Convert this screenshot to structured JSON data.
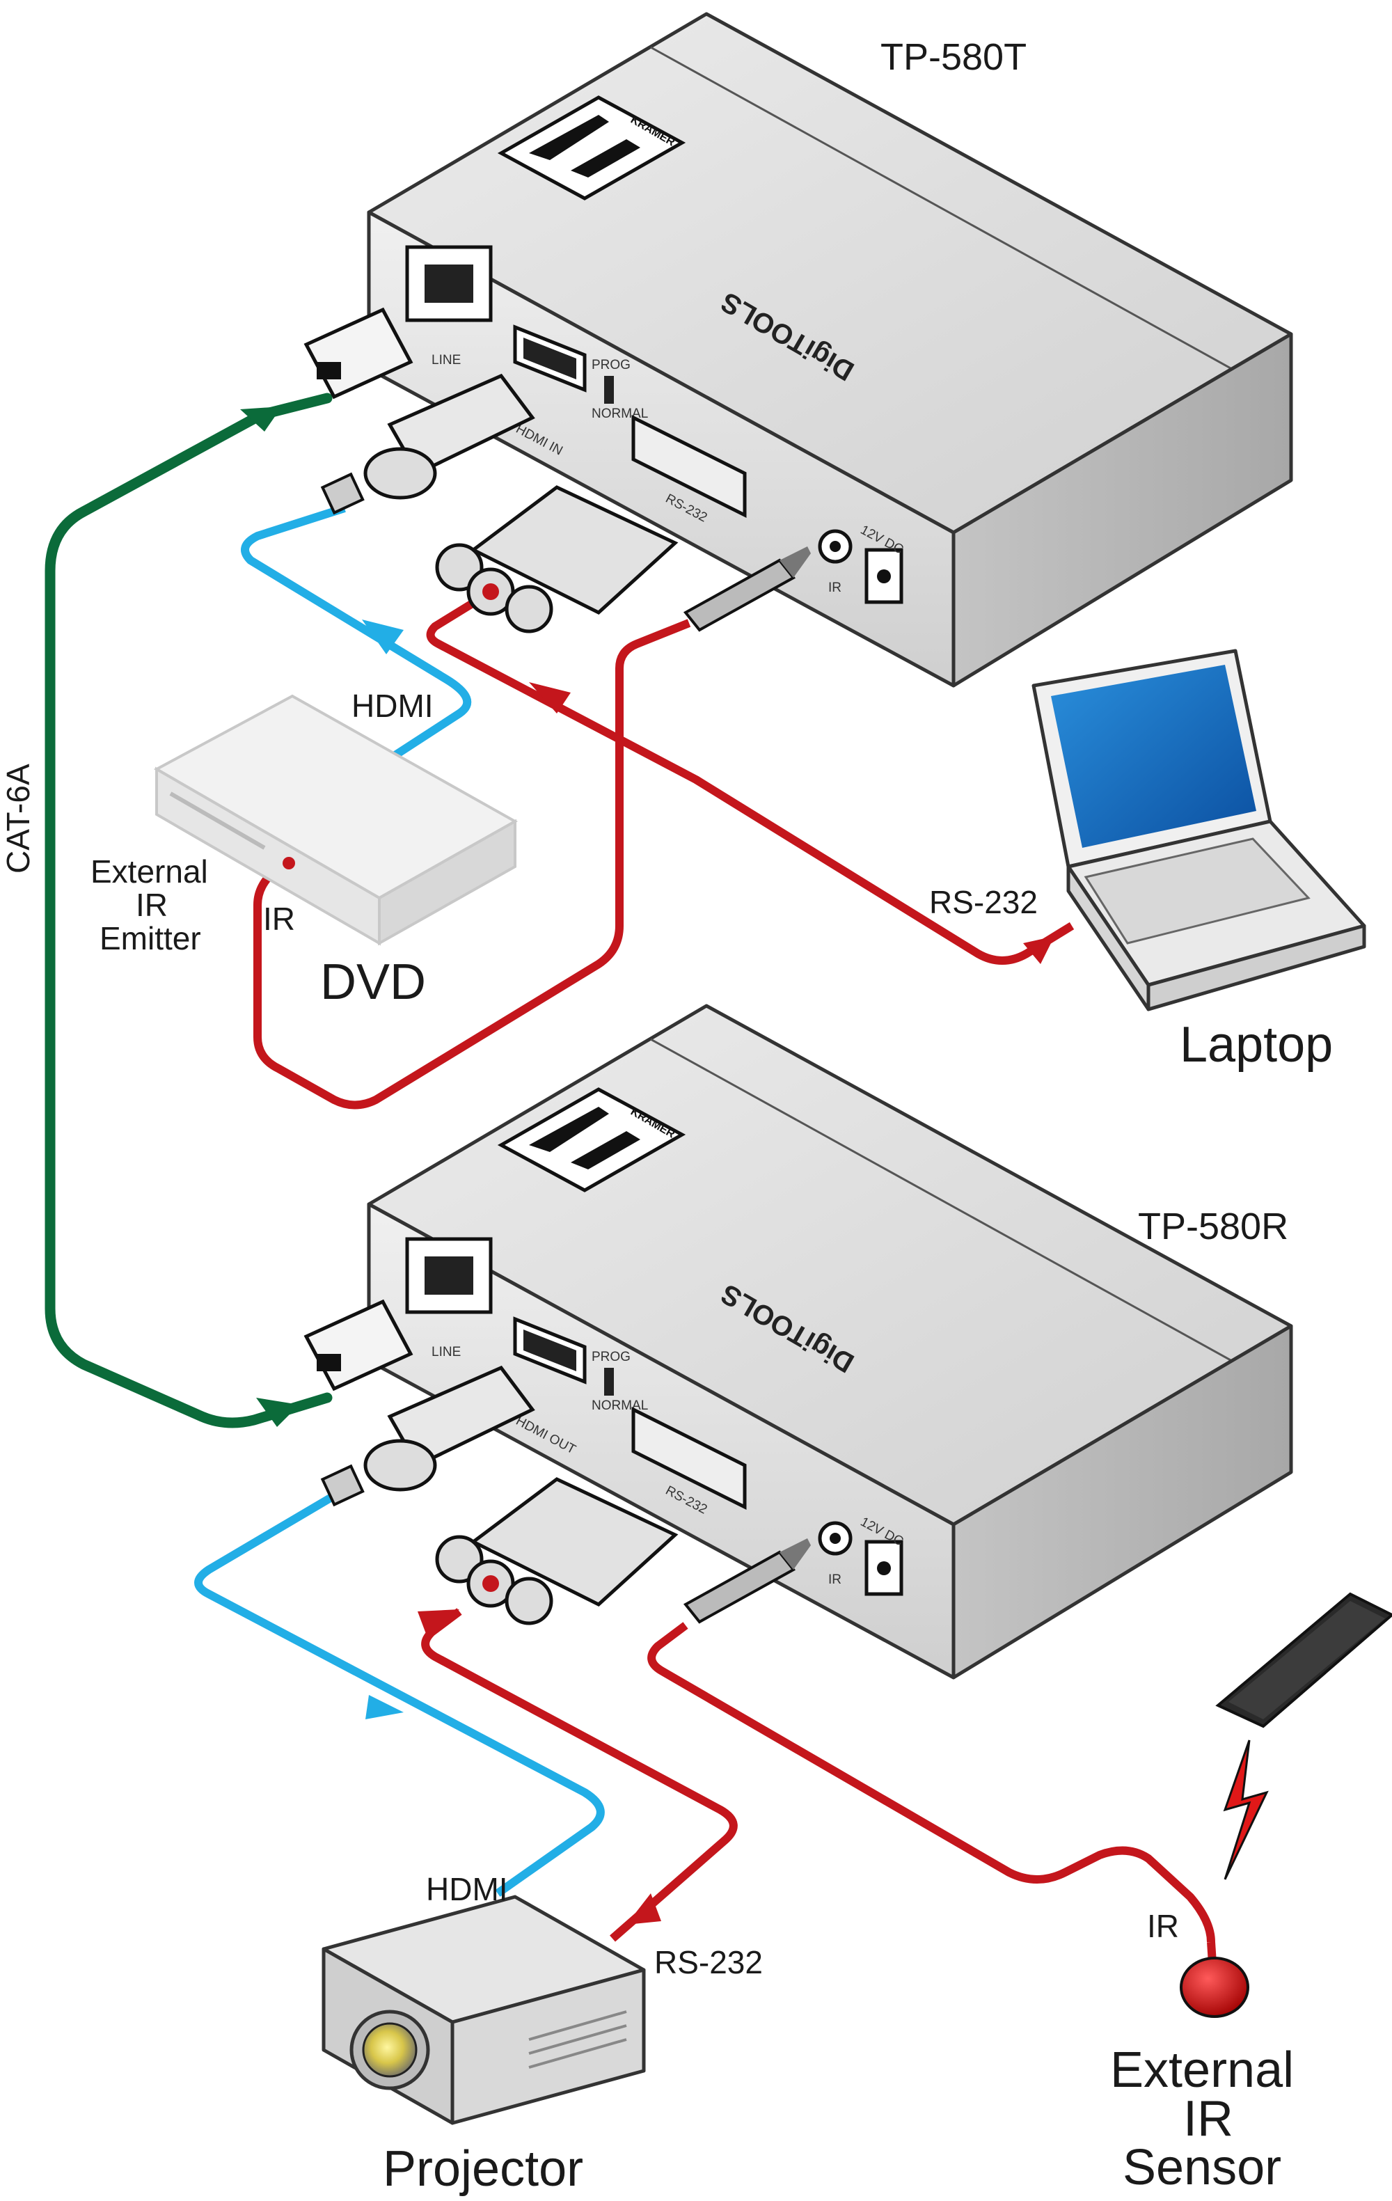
{
  "transmitter": {
    "model": "TP-580T",
    "brand": "DigiTOOLS",
    "logo_text": "KRAMER",
    "ports": {
      "line": "LINE",
      "hdmi": "HDMI IN",
      "prog": "PROG",
      "normal": "NORMAL",
      "rs232": "RS-232",
      "ir": "IR",
      "power": "12V DC"
    }
  },
  "receiver": {
    "model": "TP-580R",
    "brand": "DigiTOOLS",
    "logo_text": "KRAMER",
    "ports": {
      "line": "LINE",
      "hdmi": "HDMI OUT",
      "prog": "PROG",
      "normal": "NORMAL",
      "rs232": "RS-232",
      "ir": "IR",
      "power": "12V DC"
    }
  },
  "cable_labels": {
    "cat": "CAT-6A",
    "hdmi_top": "HDMI",
    "hdmi_bottom": "HDMI",
    "rs232_top": "RS-232",
    "rs232_bottom": "RS-232",
    "ir_dvd": "IR",
    "ir_sensor": "IR"
  },
  "devices": {
    "dvd": "DVD",
    "laptop": "Laptop",
    "projector": "Projector",
    "emitter": [
      "External",
      "IR",
      "Emitter"
    ],
    "sensor": [
      "External",
      "IR",
      "Sensor"
    ]
  },
  "colors": {
    "cat_cable": "#0b6b3a",
    "hdmi_cable": "#22aee6",
    "rs232_cable": "#c4161c",
    "device_body": "#d6d6d6"
  }
}
